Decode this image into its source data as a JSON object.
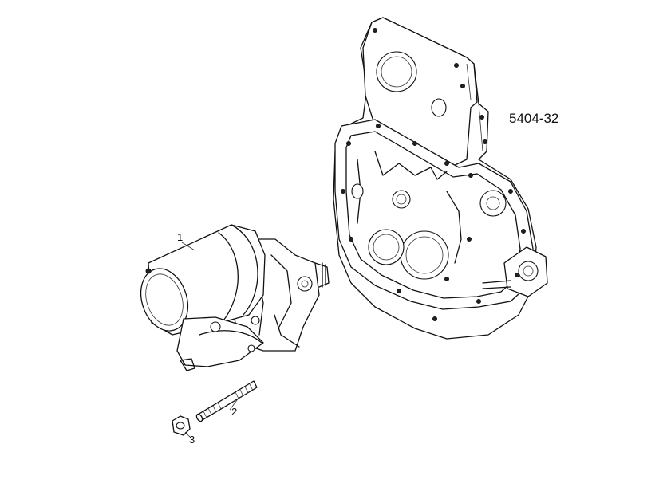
{
  "figure": {
    "reference_code": "5404-32",
    "callouts": [
      {
        "id": "1",
        "part": "starter-motor"
      },
      {
        "id": "2",
        "part": "stud"
      },
      {
        "id": "3",
        "part": "nut"
      }
    ]
  }
}
